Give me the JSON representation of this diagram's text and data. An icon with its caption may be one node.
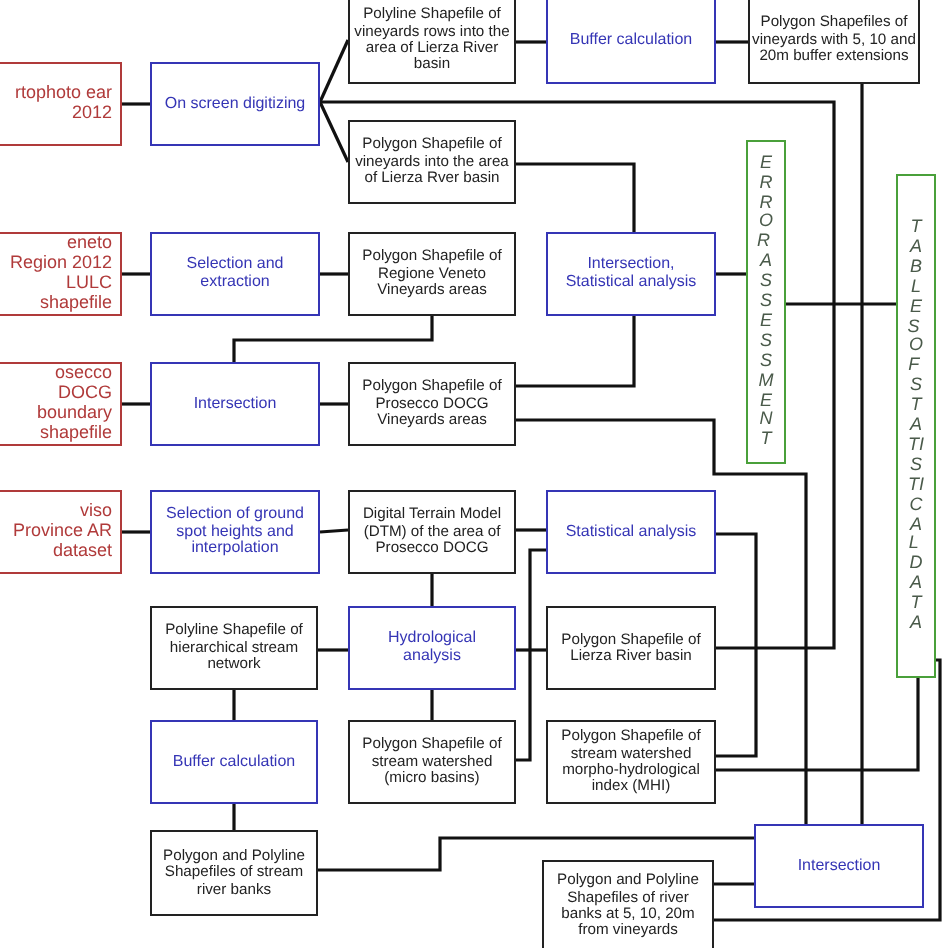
{
  "diagram": {
    "nodes": [
      {
        "text": [
          "rtophoto ear 2012"
        ]
      },
      {
        "text": [
          "On screen digitizing"
        ]
      },
      {
        "text": [
          "Polyline Shapefile of vineyards rows into the area of Lierza River basin"
        ]
      },
      {
        "text": [
          "Buffer calculation"
        ]
      },
      {
        "text": [
          "Polygon Shapefiles of vineyards with 5, 10 and 20m buffer extensions"
        ]
      },
      {
        "text": [
          "Polygon Shapefile of vineyards into the area of Lierza Rver basin"
        ]
      },
      {
        "text": [
          "ERROR ASSESSMENT"
        ]
      },
      {
        "text": [
          "TABLES OF STATISTICAL DATA"
        ]
      },
      {
        "text": [
          "eneto Region 2012 LULC shapefile"
        ]
      },
      {
        "text": [
          "Selection and extraction"
        ]
      },
      {
        "text": [
          "Polygon Shapefile of Regione Veneto Vineyards areas"
        ]
      },
      {
        "text": [
          "Intersection, Statistical analysis"
        ]
      },
      {
        "text": [
          "osecco DOCG boundary shapefile"
        ]
      },
      {
        "text": [
          "Intersection"
        ]
      },
      {
        "text": [
          "Polygon Shapefile of Prosecco DOCG Vineyards areas"
        ]
      },
      {
        "text": [
          "viso Province AR dataset"
        ]
      },
      {
        "text": [
          "Selection of ground spot heights and interpolation"
        ]
      },
      {
        "text": [
          "Digital Terrain Model (DTM) of the area of Prosecco DOCG"
        ]
      },
      {
        "text": [
          "Statistical analysis"
        ]
      },
      {
        "text": [
          "Polyline Shapefile of hierarchical stream network"
        ]
      },
      {
        "text": [
          "Hydrological analysis"
        ]
      },
      {
        "text": [
          "Polygon Shapefile of Lierza River basin"
        ]
      },
      {
        "text": [
          "Buffer calculation"
        ]
      },
      {
        "text": [
          "Polygon Shapefile of stream watershed (micro basins)"
        ]
      },
      {
        "text": [
          "Polygon Shapefile of stream watershed morpho-hydrological index (MHI)"
        ]
      },
      {
        "text": [
          "Polygon and Polyline Shapefiles of stream river banks"
        ]
      },
      {
        "text": [
          "Intersection"
        ]
      },
      {
        "text": [
          "Polygon and Polyline Shapefiles of river banks at 5, 10, 20m from vineyards"
        ]
      }
    ],
    "edges": [
      {
        "from": 0,
        "to": 1,
        "arrow": "none"
      },
      {
        "from": 1,
        "to": 2,
        "arrow": "none"
      },
      {
        "from": 1,
        "to": 5,
        "arrow": "none"
      },
      {
        "from": 1,
        "to": 21,
        "arrow": "none"
      },
      {
        "from": 2,
        "to": 3,
        "arrow": "none"
      },
      {
        "from": 3,
        "to": 4,
        "arrow": "none"
      },
      {
        "from": 4,
        "to": 26,
        "arrow": "none"
      },
      {
        "from": 5,
        "to": 11,
        "arrow": "none"
      },
      {
        "from": 8,
        "to": 9,
        "arrow": "none"
      },
      {
        "from": 9,
        "to": 10,
        "arrow": "none"
      },
      {
        "from": 10,
        "to": 13,
        "arrow": "none"
      },
      {
        "from": 11,
        "to": 6,
        "arrow": "none"
      },
      {
        "from": 6,
        "to": 7,
        "arrow": "none"
      },
      {
        "from": 12,
        "to": 13,
        "arrow": "none"
      },
      {
        "from": 13,
        "to": 14,
        "arrow": "none"
      },
      {
        "from": 14,
        "to": 11,
        "arrow": "none"
      },
      {
        "from": 14,
        "to": 26,
        "arrow": "none"
      },
      {
        "from": 15,
        "to": 16,
        "arrow": "none"
      },
      {
        "from": 16,
        "to": 17,
        "arrow": "none"
      },
      {
        "from": 17,
        "to": 18,
        "arrow": "none"
      },
      {
        "from": 17,
        "to": 20,
        "arrow": "none"
      },
      {
        "from": 20,
        "to": 19,
        "arrow": "none"
      },
      {
        "from": 20,
        "to": 21,
        "arrow": "none"
      },
      {
        "from": 20,
        "to": 23,
        "arrow": "none"
      },
      {
        "from": 23,
        "to": 18,
        "arrow": "none"
      },
      {
        "from": 18,
        "to": 24,
        "arrow": "none"
      },
      {
        "from": 24,
        "to": 7,
        "arrow": "none"
      },
      {
        "from": 19,
        "to": 22,
        "arrow": "none"
      },
      {
        "from": 22,
        "to": 25,
        "arrow": "none"
      },
      {
        "from": 25,
        "to": 26,
        "arrow": "none"
      },
      {
        "from": 27,
        "to": 26,
        "arrow": "none"
      },
      {
        "from": 27,
        "to": 7,
        "arrow": "none"
      }
    ]
  }
}
